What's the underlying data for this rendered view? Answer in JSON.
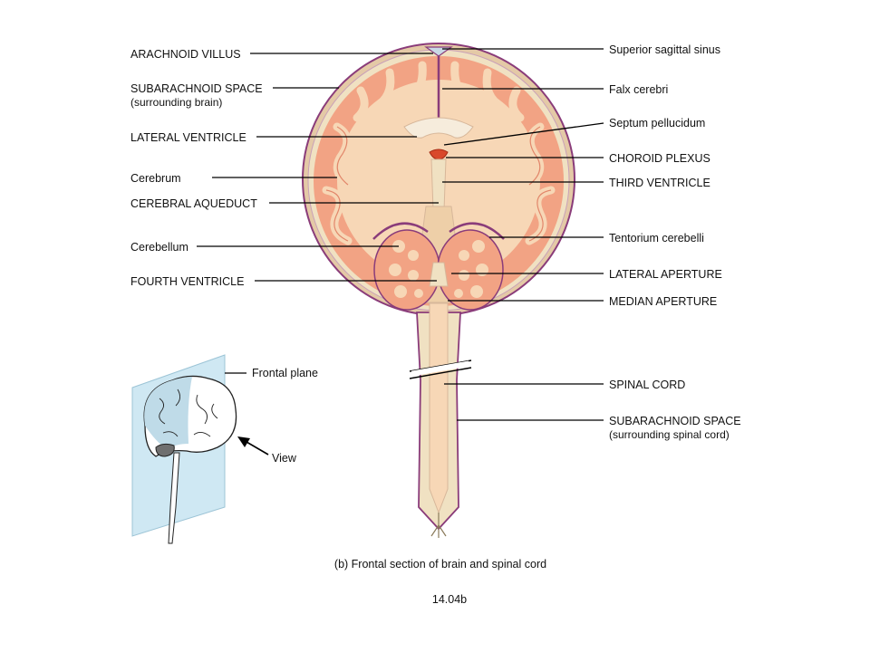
{
  "labels_left": [
    {
      "id": "arachnoid-villus",
      "text": "ARACHNOID VILLUS"
    },
    {
      "id": "subarachnoid-space-brain",
      "text": "SUBARACHNOID SPACE",
      "sub": "(surrounding brain)"
    },
    {
      "id": "lateral-ventricle",
      "text": "LATERAL VENTRICLE"
    },
    {
      "id": "cerebrum",
      "text": "Cerebrum"
    },
    {
      "id": "cerebral-aqueduct",
      "text": "CEREBRAL AQUEDUCT"
    },
    {
      "id": "cerebellum",
      "text": "Cerebellum"
    },
    {
      "id": "fourth-ventricle",
      "text": "FOURTH VENTRICLE"
    }
  ],
  "labels_right": [
    {
      "id": "superior-sagittal-sinus",
      "text": "Superior sagittal sinus"
    },
    {
      "id": "falx-cerebri",
      "text": "Falx cerebri"
    },
    {
      "id": "septum-pellucidum",
      "text": "Septum pellucidum"
    },
    {
      "id": "choroid-plexus",
      "text": "CHOROID PLEXUS"
    },
    {
      "id": "third-ventricle",
      "text": "THIRD VENTRICLE"
    },
    {
      "id": "tentorium-cerebelli",
      "text": "Tentorium cerebelli"
    },
    {
      "id": "lateral-aperture",
      "text": "LATERAL APERTURE"
    },
    {
      "id": "median-aperture",
      "text": "MEDIAN APERTURE"
    },
    {
      "id": "spinal-cord",
      "text": "SPINAL CORD"
    },
    {
      "id": "subarachnoid-space-cord",
      "text": "SUBARACHNOID SPACE",
      "sub": "(surrounding spinal cord)"
    }
  ],
  "inset": {
    "frontal_plane": "Frontal plane",
    "view": "View"
  },
  "caption": "(b) Frontal section of brain and spinal cord",
  "figure_number": "14.04b",
  "colors": {
    "gray_matter": "#f2a384",
    "white_matter": "#f7d7b6",
    "csf": "#f0e1c2",
    "meninges": "#8a3c7a",
    "plane": "#cfe8f3",
    "choroid": "#d9482b"
  }
}
